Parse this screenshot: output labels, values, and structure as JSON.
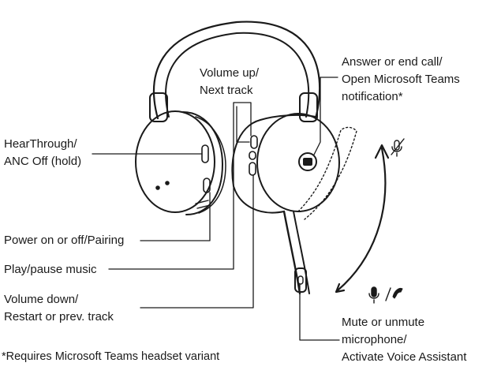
{
  "labels": {
    "hearthrough": [
      "HearThrough/",
      "ANC Off (hold)"
    ],
    "power": "Power on or off/Pairing",
    "play_pause": "Play/pause music",
    "volume_down": [
      "Volume down/",
      "Restart or prev. track"
    ],
    "volume_up": [
      "Volume up/",
      "Next track"
    ],
    "answer_call": [
      "Answer or end call/",
      "Open Microsoft Teams",
      "notification*"
    ],
    "mute": [
      "Mute or unmute",
      "microphone/",
      "Activate Voice Assistant"
    ]
  },
  "footnote": "*Requires Microsoft Teams headset variant",
  "icons": {
    "mic_muted": "mic-muted-icon",
    "mic_active": "mic-icon",
    "phone": "phone-icon",
    "teams_logo": "teams-logo-icon",
    "rotate_arrow": "rotate-arrow-icon"
  },
  "colors": {
    "stroke": "#1a1a1a",
    "background": "#ffffff"
  }
}
